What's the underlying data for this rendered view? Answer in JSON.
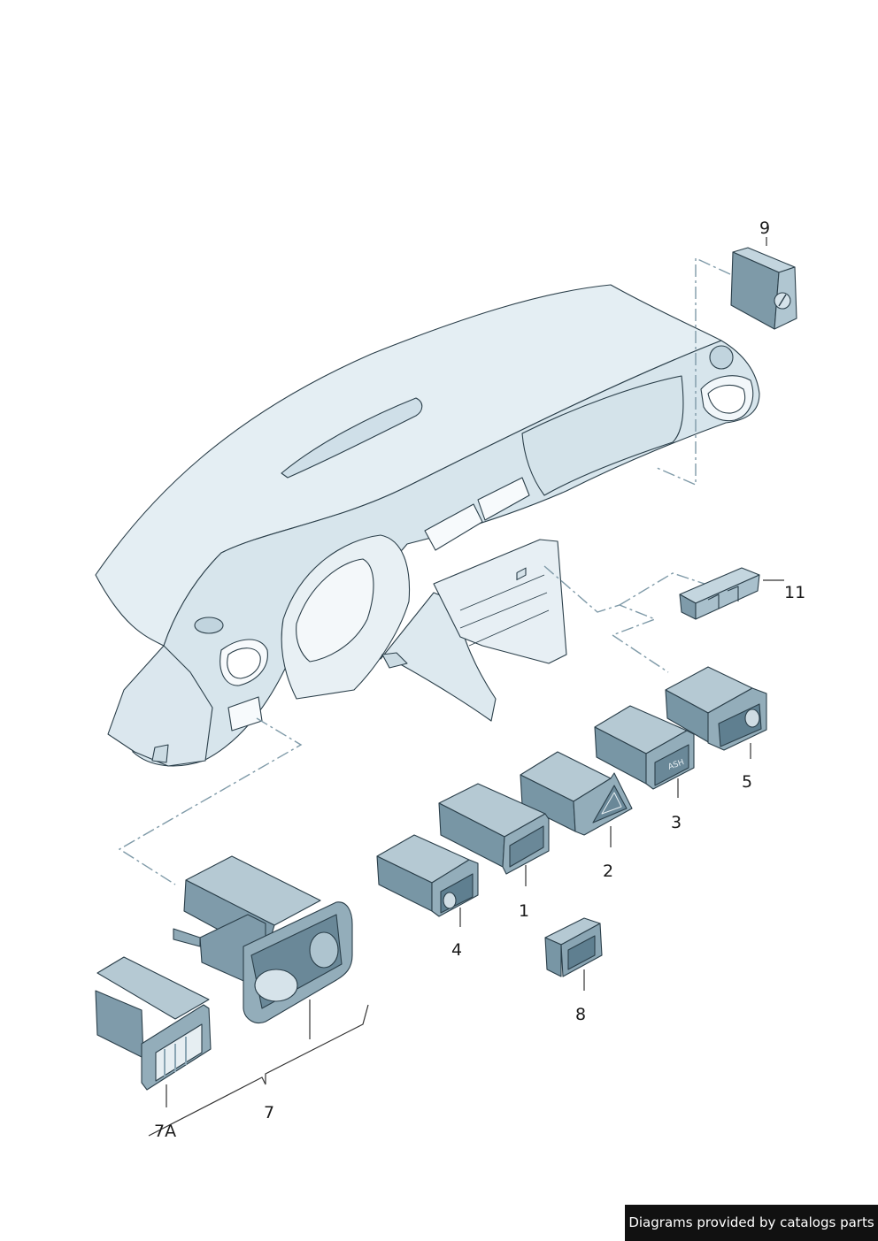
{
  "diagram": {
    "colors": {
      "panel_fill": "#e4eef3",
      "panel_shade": "#c9dbe5",
      "part_fill": "#9fb9c6",
      "part_dark": "#5f7f90",
      "outline": "#2b3f4a",
      "leader": "#333333",
      "dash": "#7f9aa8"
    },
    "callouts": [
      {
        "id": "part-9",
        "label": "9"
      },
      {
        "id": "part-11",
        "label": "11"
      },
      {
        "id": "part-5",
        "label": "5"
      },
      {
        "id": "part-3",
        "label": "3"
      },
      {
        "id": "part-2",
        "label": "2"
      },
      {
        "id": "part-1",
        "label": "1"
      },
      {
        "id": "part-4",
        "label": "4"
      },
      {
        "id": "part-8",
        "label": "8"
      },
      {
        "id": "part-7",
        "label": "7"
      },
      {
        "id": "part-7a",
        "label": "7A"
      }
    ],
    "part_markings": {
      "ash_button": "ASH"
    }
  },
  "footer": {
    "credit": "Diagrams provided by catalogs parts"
  }
}
